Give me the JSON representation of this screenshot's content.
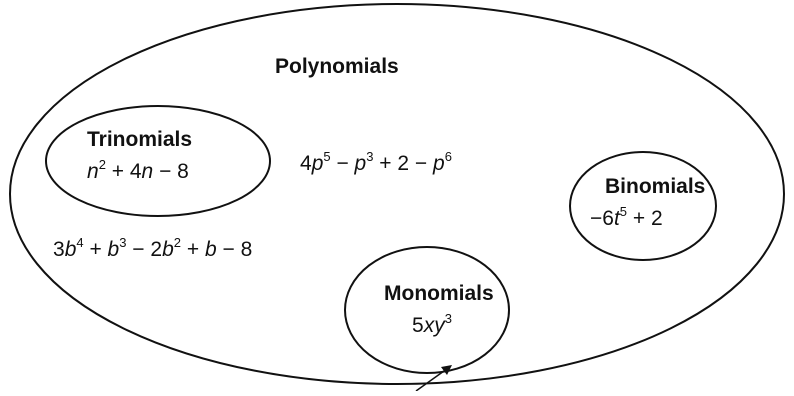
{
  "diagram": {
    "outer_set": {
      "label": "Polynomials",
      "examples": [
        "4p^5 − p^3 + 2 − p^6",
        "3b^4 + b^3 − 2b^2 + b − 8"
      ]
    },
    "subsets": [
      {
        "label": "Trinomials",
        "example": "n^2 + 4n − 8"
      },
      {
        "label": "Binomials",
        "example": "−6t^5 + 2"
      },
      {
        "label": "Monomials",
        "example": "5xy^3"
      }
    ]
  }
}
